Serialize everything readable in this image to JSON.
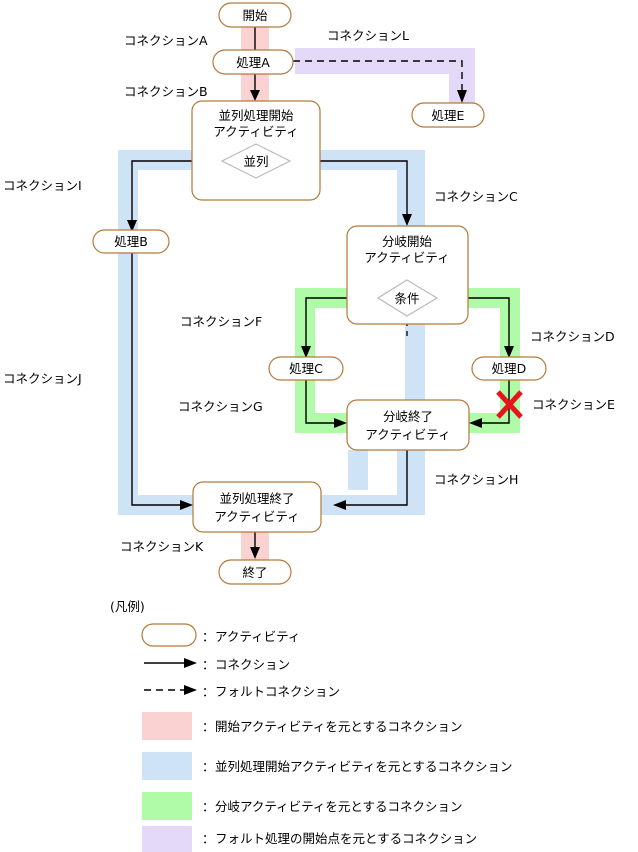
{
  "diagram": {
    "nodes": [
      {
        "id": "start",
        "label": "開始",
        "lines": [
          "開始"
        ]
      },
      {
        "id": "procA",
        "label": "処理A",
        "lines": [
          "処理A"
        ]
      },
      {
        "id": "procE",
        "label": "処理E",
        "lines": [
          "処理E"
        ]
      },
      {
        "id": "parallelStart",
        "label": "並列処理開始アクティビティ",
        "lines": [
          "並列処理開始",
          "アクティビティ"
        ],
        "diamond": "並列"
      },
      {
        "id": "procB",
        "label": "処理B",
        "lines": [
          "処理B"
        ]
      },
      {
        "id": "branchStart",
        "label": "分岐開始アクティビティ",
        "lines": [
          "分岐開始",
          "アクティビティ"
        ],
        "diamond": "条件"
      },
      {
        "id": "procC",
        "label": "処理C",
        "lines": [
          "処理C"
        ]
      },
      {
        "id": "procD",
        "label": "処理D",
        "lines": [
          "処理D"
        ]
      },
      {
        "id": "branchEnd",
        "label": "分岐終了アクティビティ",
        "lines": [
          "分岐終了",
          "アクティビティ"
        ]
      },
      {
        "id": "parallelEnd",
        "label": "並列処理終了アクティビティ",
        "lines": [
          "並列処理終了",
          "アクティビティ"
        ]
      },
      {
        "id": "end",
        "label": "終了",
        "lines": [
          "終了"
        ]
      }
    ],
    "connection_labels": [
      {
        "id": "A",
        "text": "コネクションA"
      },
      {
        "id": "B",
        "text": "コネクションB"
      },
      {
        "id": "C",
        "text": "コネクションC"
      },
      {
        "id": "D",
        "text": "コネクションD"
      },
      {
        "id": "E",
        "text": "コネクションE"
      },
      {
        "id": "F",
        "text": "コネクションF"
      },
      {
        "id": "G",
        "text": "コネクションG"
      },
      {
        "id": "H",
        "text": "コネクションH"
      },
      {
        "id": "I",
        "text": "コネクションI"
      },
      {
        "id": "J",
        "text": "コネクションJ"
      },
      {
        "id": "K",
        "text": "コネクションK"
      },
      {
        "id": "L",
        "text": "コネクションL"
      }
    ],
    "colors": {
      "start_band": "#FBD2D2",
      "parallel_band": "#CFE3F7",
      "branch_band": "#AFFBA8",
      "fault_band": "#E4D9F9",
      "activity_border": "#B5793A",
      "diamond_border": "#BBBBBB",
      "connection_line": "#000000",
      "fault_mark": "#E8141A"
    }
  },
  "legend": {
    "title": "(凡例)",
    "items": [
      {
        "icon": "activity-shape-icon",
        "separator": "：",
        "text": "アクティビティ"
      },
      {
        "icon": "solid-arrow-icon",
        "separator": "：",
        "text": "コネクション"
      },
      {
        "icon": "dashed-arrow-icon",
        "separator": "：",
        "text": "フォルトコネクション"
      },
      {
        "icon": "pink-swatch-icon",
        "separator": "：",
        "text": "開始アクティビティを元とするコネクション",
        "color": "#FBD2D2"
      },
      {
        "icon": "blue-swatch-icon",
        "separator": "：",
        "text": "並列処理開始アクティビティを元とするコネクション",
        "color": "#CFE3F7"
      },
      {
        "icon": "green-swatch-icon",
        "separator": "：",
        "text": "分岐アクティビティを元とするコネクション",
        "color": "#AFFBA8"
      },
      {
        "icon": "purple-swatch-icon",
        "separator": "：",
        "text": "フォルト処理の開始点を元とするコネクション",
        "color": "#E4D9F9"
      }
    ]
  }
}
